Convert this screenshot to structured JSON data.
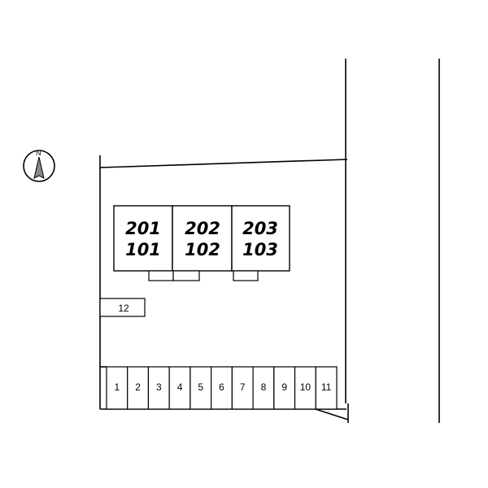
{
  "compass": {
    "north_label": "N"
  },
  "buildings": [
    {
      "upper": "201",
      "lower": "101"
    },
    {
      "upper": "202",
      "lower": "102"
    },
    {
      "upper": "203",
      "lower": "103"
    }
  ],
  "extra_parking": {
    "label": "12"
  },
  "parking_row": [
    "1",
    "2",
    "3",
    "4",
    "5",
    "6",
    "7",
    "8",
    "9",
    "10",
    "11"
  ]
}
